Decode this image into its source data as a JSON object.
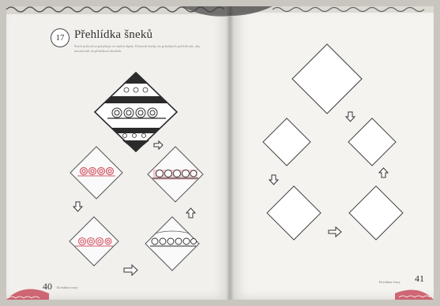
{
  "exercise": {
    "number": "17",
    "title": "Přehlídka šneků",
    "instructions": "Šnečí průvod se pohybuje ve směru šipek. Dokresli šneky do prázdných políček tak, aby navazovali na předchozí obrázek."
  },
  "left_page": {
    "page_number": "40",
    "caption": "Kreslíme tvary"
  },
  "right_page": {
    "page_number": "41",
    "caption": "Kreslíme tvary"
  },
  "colors": {
    "ink": "#2b2b2b",
    "pink": "#d45a6a",
    "paper": "#f1f0ec"
  },
  "icons": [
    "arrow-right-icon",
    "arrow-down-icon",
    "arrow-up-icon"
  ]
}
